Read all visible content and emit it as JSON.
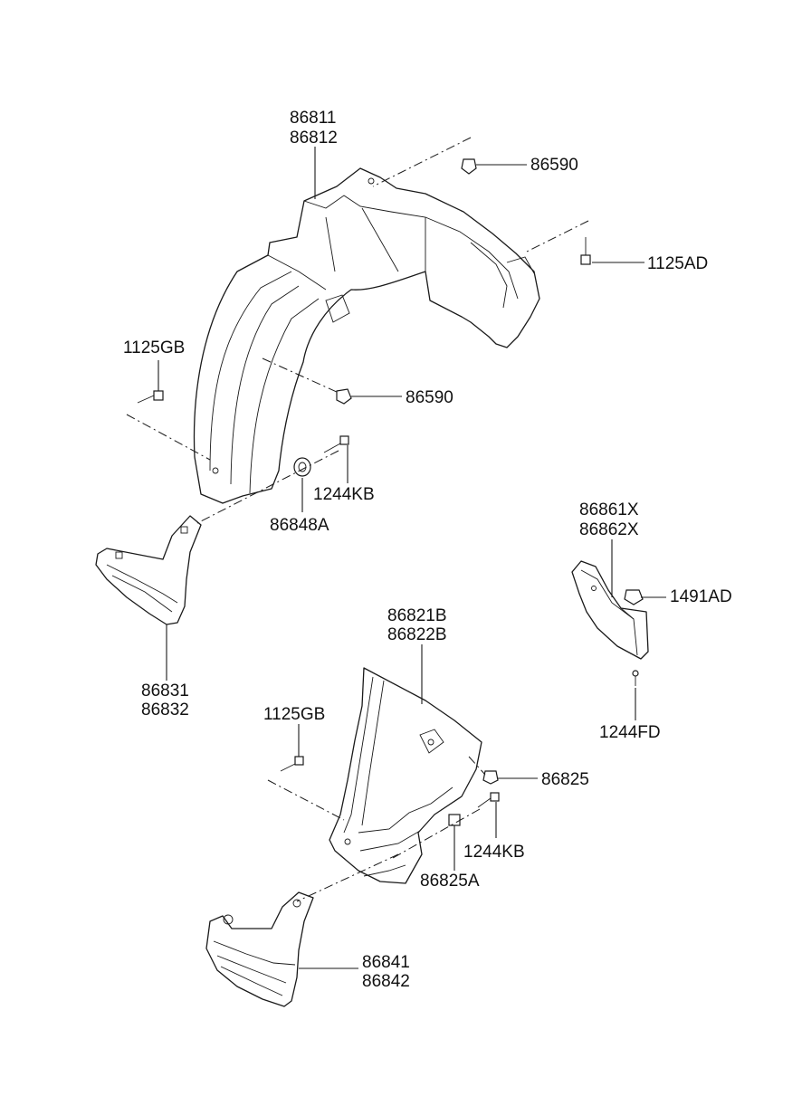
{
  "callouts": [
    {
      "id": "c1",
      "lines": [
        "86811",
        "86812"
      ]
    },
    {
      "id": "c2",
      "lines": [
        "86590"
      ]
    },
    {
      "id": "c3",
      "lines": [
        "1125AD"
      ]
    },
    {
      "id": "c4",
      "lines": [
        "1125GB"
      ]
    },
    {
      "id": "c5",
      "lines": [
        "86590"
      ]
    },
    {
      "id": "c6",
      "lines": [
        "1244KB"
      ]
    },
    {
      "id": "c7",
      "lines": [
        "86848A"
      ]
    },
    {
      "id": "c8",
      "lines": [
        "86831",
        "86832"
      ]
    },
    {
      "id": "c9",
      "lines": [
        "86861X",
        "86862X"
      ]
    },
    {
      "id": "c10",
      "lines": [
        "1491AD"
      ]
    },
    {
      "id": "c11",
      "lines": [
        "1244FD"
      ]
    },
    {
      "id": "c12",
      "lines": [
        "86821B",
        "86822B"
      ]
    },
    {
      "id": "c13",
      "lines": [
        "1125GB"
      ]
    },
    {
      "id": "c14",
      "lines": [
        "86825"
      ]
    },
    {
      "id": "c15",
      "lines": [
        "1244KB"
      ]
    },
    {
      "id": "c16",
      "lines": [
        "86825A"
      ]
    },
    {
      "id": "c17",
      "lines": [
        "86841",
        "86842"
      ]
    }
  ]
}
